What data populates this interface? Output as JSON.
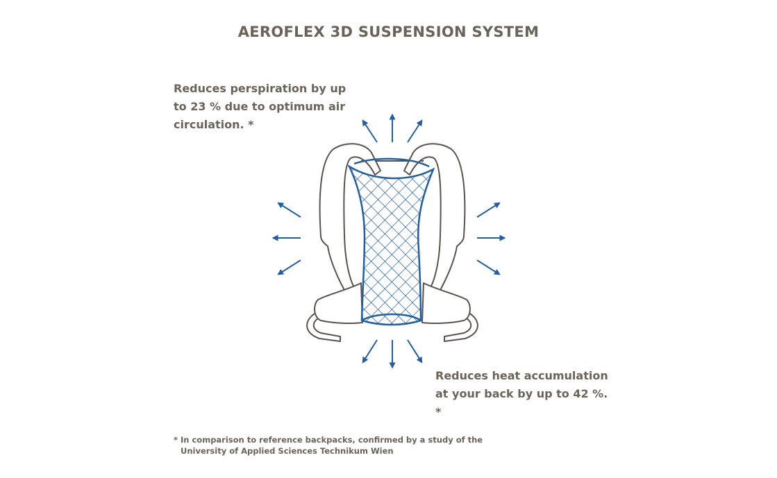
{
  "title": "AEROFLEX 3D SUSPENSION SYSTEM",
  "callouts": {
    "perspiration": [
      "Reduces perspiration by up",
      "to 23 % due to optimum air",
      "circulation. *"
    ],
    "heat": [
      "Reduces heat accumulation",
      "at your back by up to 42 %. *"
    ]
  },
  "footnote": {
    "line1": "* In comparison to reference backpacks, confirmed by a study of the",
    "line2": "University of Applied Sciences Technikum Wien"
  },
  "colors": {
    "text": "#6b625a",
    "accent": "#1f5fa0",
    "outline": "#5a524c"
  }
}
